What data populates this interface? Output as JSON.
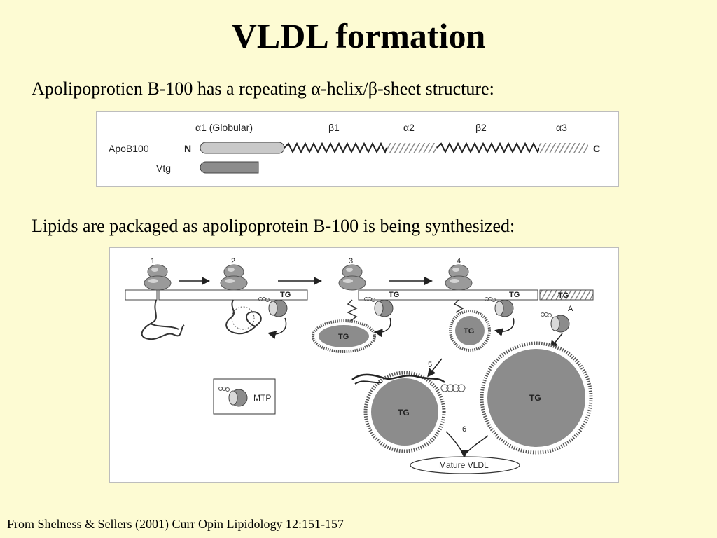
{
  "slide": {
    "title": "VLDL formation",
    "line1_pre": "Apolipoprotien B-100 has a repeating ",
    "alpha": "α",
    "line1_mid": "-helix/",
    "beta": "β",
    "line1_post": "-sheet structure:",
    "line2": "Lipids are packaged as apolipoprotein B-100 is being synthesized:",
    "citation": "From Shelness & Sellers (2001) Curr Opin Lipidology 12:151-157"
  },
  "domain_figure": {
    "domains": [
      "α1 (Globular)",
      "β1",
      "α2",
      "β2",
      "α3"
    ],
    "row_labels": [
      "ApoB100",
      "Vtg"
    ],
    "n_terminus": "N",
    "c_terminus": "C"
  },
  "assembly_figure": {
    "steps": [
      "1",
      "2",
      "3",
      "4",
      "5",
      "6"
    ],
    "tg": "TG",
    "a_label": "A",
    "legend": "MTP",
    "product": "Mature VLDL"
  },
  "colors": {
    "background": "#fdfbd3",
    "particle": "#8c8c8c",
    "ribosome": "#9a9a9a",
    "hatch": "#8a8a8a"
  }
}
